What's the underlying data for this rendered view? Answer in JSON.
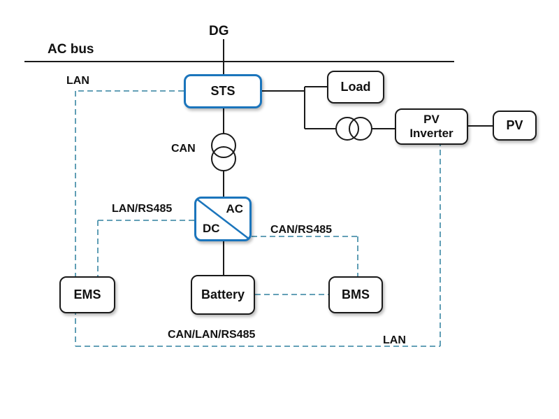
{
  "diagram": {
    "top_labels": {
      "dg": "DG",
      "ac_bus": "AC bus"
    },
    "nodes": {
      "sts": "STS",
      "load": "Load",
      "pv_inverter": "PV Inverter",
      "pv": "PV",
      "converter_ac": "AC",
      "converter_dc": "DC",
      "battery": "Battery",
      "ems": "EMS",
      "bms": "BMS"
    },
    "link_labels": {
      "lan_top": "LAN",
      "can": "CAN",
      "lan_rs485": "LAN/RS485",
      "can_rs485": "CAN/RS485",
      "can_lan_rs485": "CAN/LAN/RS485",
      "lan_bottom": "LAN"
    },
    "colors": {
      "accent_blue": "#1b75bc",
      "dashed_comm_line": "#4e93ad",
      "solid_power_line": "#1a1a1a"
    }
  }
}
